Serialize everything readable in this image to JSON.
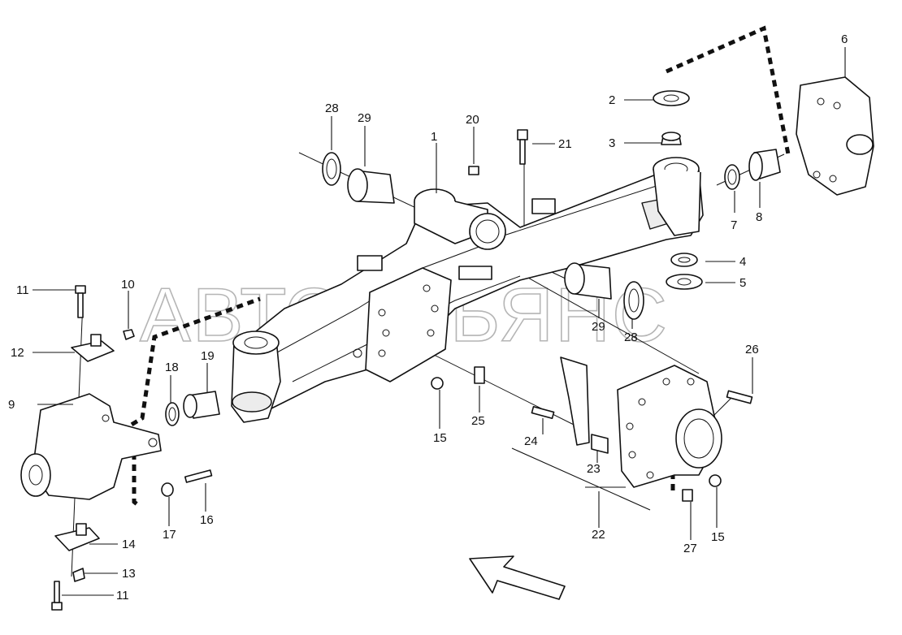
{
  "watermark": "АВТОАЛЬЯНС",
  "callouts": {
    "n1": "1",
    "n2": "2",
    "n3": "3",
    "n4": "4",
    "n5": "5",
    "n6": "6",
    "n7": "7",
    "n8": "8",
    "n9": "9",
    "n10": "10",
    "n11_top": "11",
    "n11_bottom": "11",
    "n12": "12",
    "n13": "13",
    "n14": "14",
    "n15_mid": "15",
    "n15_right": "15",
    "n16": "16",
    "n17": "17",
    "n18": "18",
    "n19": "19",
    "n20": "20",
    "n21": "21",
    "n22": "22",
    "n23": "23",
    "n24": "24",
    "n25": "25",
    "n26": "26",
    "n27": "27",
    "n28_left": "28",
    "n28_right": "28",
    "n29_left": "29",
    "n29_right": "29"
  },
  "icons": {
    "direction_arrow": "forward-arrow-icon"
  }
}
